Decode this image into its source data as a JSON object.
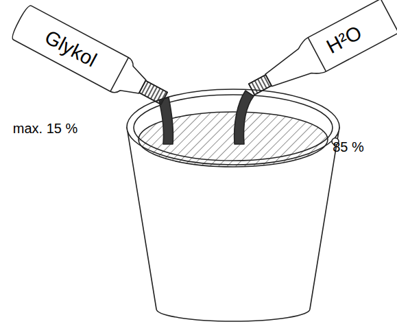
{
  "diagram": {
    "labels": [
      "Glykol",
      "H²O",
      "max. 15 %",
      "85 %"
    ]
  }
}
